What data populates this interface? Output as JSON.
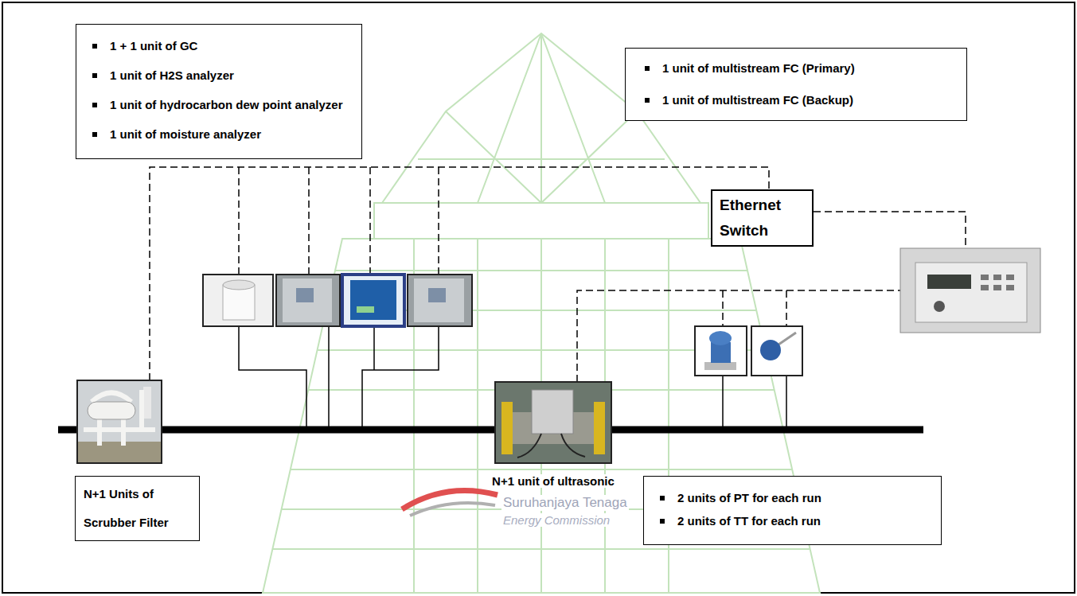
{
  "diagram": {
    "nodes": [
      {
        "text": [
          "1 + 1 unit of GC",
          "1 unit of H2S analyzer",
          "1 unit of hydrocarbon dew point analyzer",
          "1 unit of moisture analyzer"
        ]
      },
      {
        "text": [
          "1 unit of multistream FC (Primary)",
          "1 unit of multistream FC (Backup)"
        ]
      },
      {
        "text": [
          "Ethernet Switch"
        ]
      },
      {
        "text": [
          "N+1 Units of Scrubber Filter"
        ]
      },
      {
        "text": [
          "2 units of PT for each run",
          "2 units of TT for each run"
        ]
      }
    ],
    "labels": [
      "N+1 unit of ultrasonic",
      "Suruhanjaya Tenaga",
      "Energy Commission"
    ]
  }
}
